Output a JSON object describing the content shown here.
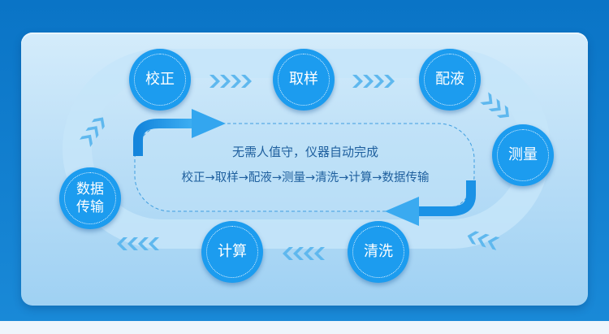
{
  "nodes": [
    {
      "id": "calibrate",
      "label": "校正"
    },
    {
      "id": "sampling",
      "label": "取样"
    },
    {
      "id": "dosing",
      "label": "配液"
    },
    {
      "id": "measure",
      "label": "测量"
    },
    {
      "id": "cleaning",
      "label": "清洗"
    },
    {
      "id": "compute",
      "label": "计算"
    },
    {
      "id": "transmit",
      "label": "数据\n传输"
    }
  ],
  "center": {
    "line1": "无需人值守，仪器自动完成",
    "line2": "校正→取样→配液→测量→清洗→计算→数据传输"
  },
  "colors": {
    "node": "#1c9cef",
    "track": "#c2e3f8",
    "chevron": "#5fb8ee",
    "arrow": "#1a92e6",
    "text": "#1e5f9e"
  }
}
